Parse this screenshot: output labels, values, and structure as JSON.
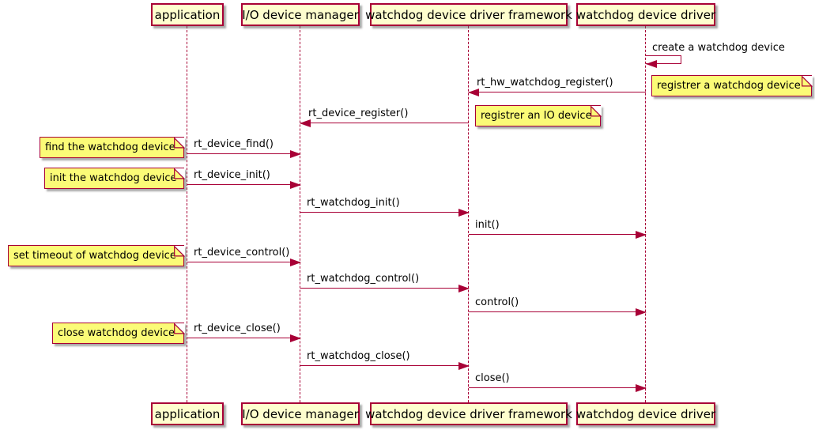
{
  "diagram": {
    "type": "uml-sequence-diagram",
    "colors": {
      "participant_fill": "#FEFECE",
      "participant_border": "#A80036",
      "note_fill": "#FBFB77",
      "note_border": "#A80036",
      "arrow": "#A80036",
      "lifeline": "#A80036",
      "text": "#000000",
      "background": "#ffffff"
    },
    "participants": [
      {
        "label": "application"
      },
      {
        "label": "I/O device manager"
      },
      {
        "label": "watchdog device driver framework"
      },
      {
        "label": "watchdog device driver"
      }
    ],
    "messages": [
      {
        "label": "create a watchdog device",
        "from": "watchdog device driver",
        "to": "watchdog device driver",
        "kind": "self"
      },
      {
        "label": "rt_hw_watchdog_register()",
        "from": "watchdog device driver",
        "to": "watchdog device driver framework",
        "kind": "left"
      },
      {
        "label": "rt_device_register()",
        "from": "watchdog device driver framework",
        "to": "I/O device manager",
        "kind": "left"
      },
      {
        "label": "rt_device_find()",
        "from": "application",
        "to": "I/O device manager",
        "kind": "right"
      },
      {
        "label": "rt_device_init()",
        "from": "application",
        "to": "I/O device manager",
        "kind": "right"
      },
      {
        "label": "rt_watchdog_init()",
        "from": "I/O device manager",
        "to": "watchdog device driver framework",
        "kind": "right"
      },
      {
        "label": "init()",
        "from": "watchdog device driver framework",
        "to": "watchdog device driver",
        "kind": "right"
      },
      {
        "label": "rt_device_control()",
        "from": "application",
        "to": "I/O device manager",
        "kind": "right"
      },
      {
        "label": "rt_watchdog_control()",
        "from": "I/O device manager",
        "to": "watchdog device driver framework",
        "kind": "right"
      },
      {
        "label": "control()",
        "from": "watchdog device driver framework",
        "to": "watchdog device driver",
        "kind": "right"
      },
      {
        "label": "rt_device_close()",
        "from": "application",
        "to": "I/O device manager",
        "kind": "right"
      },
      {
        "label": "rt_watchdog_close()",
        "from": "I/O device manager",
        "to": "watchdog device driver framework",
        "kind": "right"
      },
      {
        "label": "close()",
        "from": "watchdog device driver framework",
        "to": "watchdog device driver",
        "kind": "right"
      }
    ],
    "notes": [
      {
        "text": "registrer a watchdog device",
        "position": "right of watchdog device driver"
      },
      {
        "text": "registrer an IO device",
        "position": "right of watchdog device driver framework"
      },
      {
        "text": "find the watchdog device",
        "position": "left of application"
      },
      {
        "text": "init the watchdog device",
        "position": "left of application"
      },
      {
        "text": "set timeout of watchdog device",
        "position": "left of application"
      },
      {
        "text": "close watchdog device",
        "position": "left of application"
      }
    ]
  }
}
